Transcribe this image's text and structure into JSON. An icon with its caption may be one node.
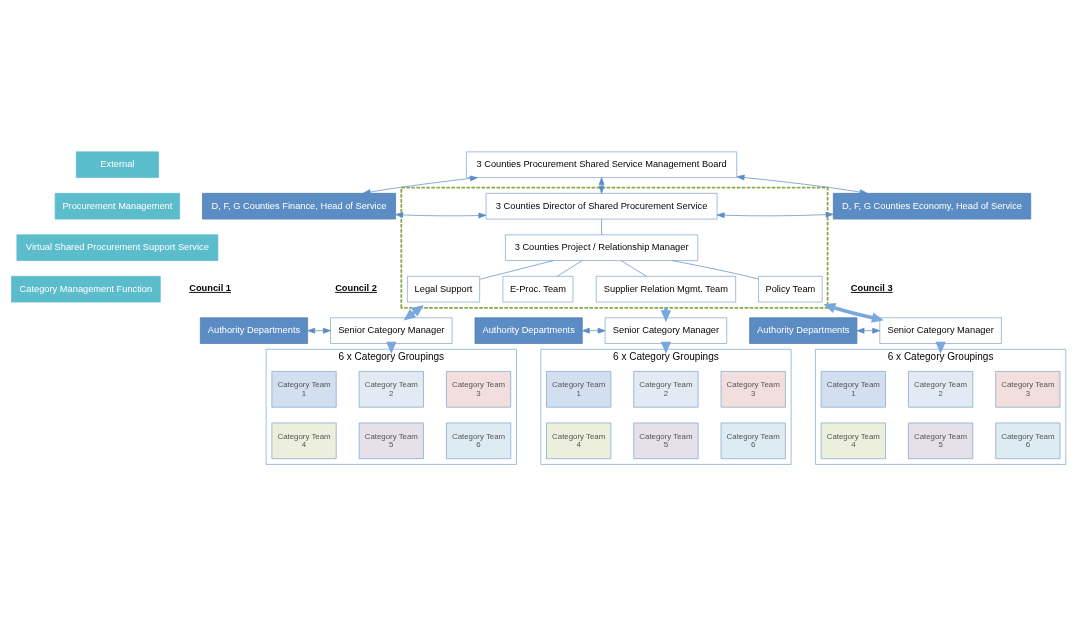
{
  "diagram": {
    "nodes": [
      {
        "text": [
          "External"
        ]
      },
      {
        "text": [
          "Procurement Management"
        ]
      },
      {
        "text": [
          "Virtual Shared Procurement Support Service"
        ]
      },
      {
        "text": [
          "Category Management Function"
        ]
      },
      {
        "text": [
          "3 Counties Procurement Shared Service Management Board"
        ]
      },
      {
        "text": [
          "D, F, G Counties Finance, Head of Service"
        ]
      },
      {
        "text": [],
        "shape": "box"
      },
      {
        "text": [
          "3 Counties Director of Shared Procurement Service"
        ],
        "in": 6
      },
      {
        "text": [
          "3 Counties Project / Relationship Manager"
        ],
        "in": 6
      },
      {
        "text": [
          "Legal Support"
        ],
        "in": 6
      },
      {
        "text": [
          "E-Proc. Team"
        ],
        "in": 6
      },
      {
        "text": [
          "Supplier Relation Mgmt. Team"
        ],
        "in": 6
      },
      {
        "text": [
          "Policy Team"
        ],
        "in": 6
      },
      {
        "text": [
          "D, F, G Counties Economy, Head of Service"
        ]
      },
      {
        "text": [
          "Authority Departments"
        ]
      },
      {
        "text": [
          "Senior Category Manager"
        ]
      },
      {
        "text": [
          "6 x Category Groupings"
        ]
      },
      {
        "text": [
          "Category Team",
          "1"
        ],
        "in": 16
      },
      {
        "text": [
          "Category Team",
          "2"
        ],
        "in": 16
      },
      {
        "text": [
          "Category Team",
          "3"
        ],
        "in": 16
      },
      {
        "text": [
          "Category Team",
          "4"
        ],
        "in": 16
      },
      {
        "text": [
          "Category Team",
          "5"
        ],
        "in": 16
      },
      {
        "text": [
          "Category Team",
          "6"
        ],
        "in": 16
      },
      {
        "text": [
          "Authority Departments"
        ]
      },
      {
        "text": [
          "Senior Category Manager"
        ]
      },
      {
        "text": [
          "6 x Category Groupings"
        ]
      },
      {
        "text": [
          "Category Team",
          "1"
        ],
        "in": 25
      },
      {
        "text": [
          "Category Team",
          "2"
        ],
        "in": 25
      },
      {
        "text": [
          "Category Team",
          "3"
        ],
        "in": 25
      },
      {
        "text": [
          "Category Team",
          "4"
        ],
        "in": 25
      },
      {
        "text": [
          "Category Team",
          "5"
        ],
        "in": 25
      },
      {
        "text": [
          "Category Team",
          "6"
        ],
        "in": 25
      },
      {
        "text": [
          "Authority Departments"
        ]
      },
      {
        "text": [
          "Senior Category Manager"
        ]
      },
      {
        "text": [
          "6 x Category Groupings"
        ]
      },
      {
        "text": [
          "Category Team",
          "1"
        ],
        "in": 34
      },
      {
        "text": [
          "Category Team",
          "2"
        ],
        "in": 34
      },
      {
        "text": [
          "Category Team",
          "3"
        ],
        "in": 34
      },
      {
        "text": [
          "Category Team",
          "4"
        ],
        "in": 34
      },
      {
        "text": [
          "Category Team",
          "5"
        ],
        "in": 34
      },
      {
        "text": [
          "Category Team",
          "6"
        ],
        "in": 34
      }
    ],
    "edges": [
      {
        "from": 4,
        "to": 5,
        "arrow": "both"
      },
      {
        "from": 4,
        "to": 7,
        "arrow": "both"
      },
      {
        "from": 4,
        "to": 13,
        "arrow": "both"
      },
      {
        "from": 5,
        "to": 7,
        "arrow": "both"
      },
      {
        "from": 7,
        "to": 13,
        "arrow": "both"
      },
      {
        "from": 7,
        "to": 8,
        "arrow": "none"
      },
      {
        "from": 8,
        "to": 9,
        "arrow": "none"
      },
      {
        "from": 8,
        "to": 10,
        "arrow": "none"
      },
      {
        "from": 8,
        "to": 11,
        "arrow": "none"
      },
      {
        "from": 8,
        "to": 12,
        "arrow": "none"
      },
      {
        "from": 6,
        "to": 15,
        "arrow": "both",
        "style": "thick"
      },
      {
        "from": 6,
        "to": 24,
        "arrow": "to",
        "style": "thick"
      },
      {
        "from": 6,
        "to": 33,
        "arrow": "both",
        "style": "thick"
      },
      {
        "from": 14,
        "to": 15,
        "arrow": "both"
      },
      {
        "from": 15,
        "to": 16,
        "arrow": "to",
        "style": "thick"
      },
      {
        "from": 23,
        "to": 24,
        "arrow": "both"
      },
      {
        "from": 24,
        "to": 25,
        "arrow": "to",
        "style": "thick"
      },
      {
        "from": 32,
        "to": 33,
        "arrow": "both"
      },
      {
        "from": 33,
        "to": 34,
        "arrow": "to",
        "style": "thick"
      }
    ],
    "labels": [
      "Council 1",
      "Council 2",
      "Council 3"
    ]
  }
}
